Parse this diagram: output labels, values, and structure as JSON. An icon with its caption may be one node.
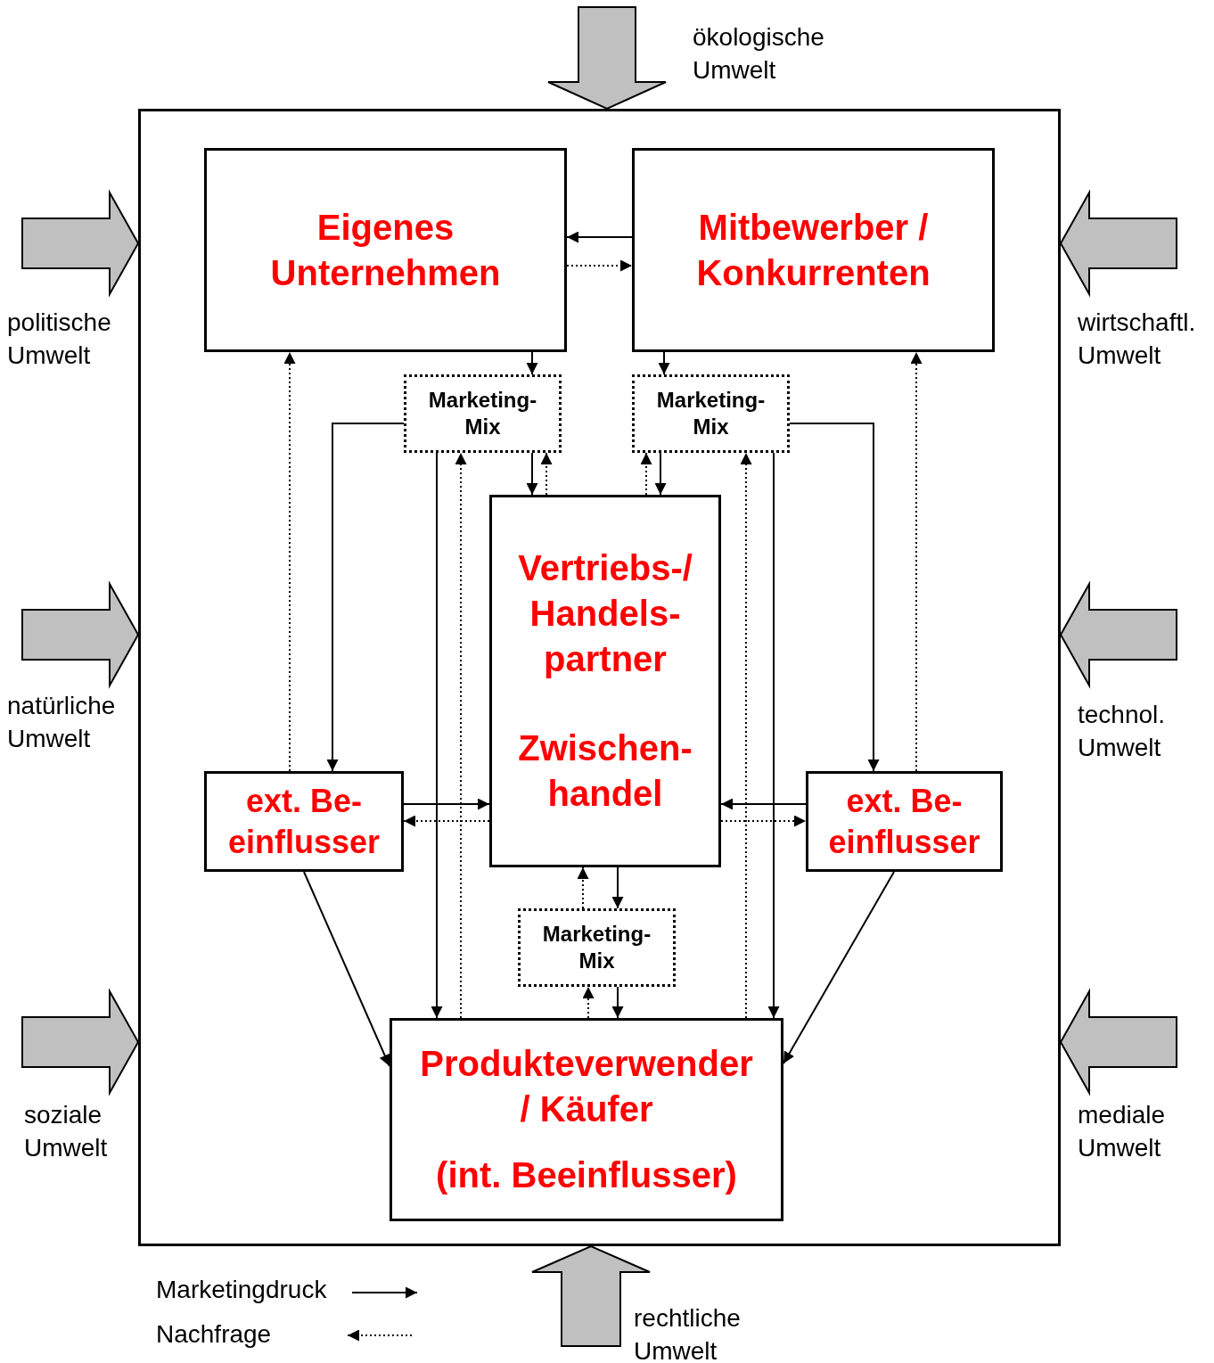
{
  "diagram": {
    "nodes": [
      {
        "text": [],
        "shape": "box"
      },
      {
        "text": [
          "Eigenes Unternehmen"
        ],
        "in": 0
      },
      {
        "text": [
          "Mitbewerber / Konkurrenten"
        ],
        "in": 0
      },
      {
        "text": [
          "Marketing- Mix"
        ],
        "in": 0
      },
      {
        "text": [
          "Marketing- Mix"
        ],
        "in": 0
      },
      {
        "text": [
          "Vertriebs-/ Handels- partner",
          "Zwischen- handel"
        ],
        "in": 0
      },
      {
        "text": [
          "ext. Be- einflusser"
        ],
        "in": 0
      },
      {
        "text": [
          "ext. Be- einflusser"
        ],
        "in": 0
      },
      {
        "text": [
          "Marketing- Mix"
        ],
        "in": 0
      },
      {
        "text": [
          "Produkteverwender / Käufer",
          "(int. Beeinflusser)"
        ],
        "in": 0
      }
    ],
    "edges": [
      {
        "from": 2,
        "to": 1,
        "arrow": "to"
      },
      {
        "from": 1,
        "to": 2,
        "arrow": "to",
        "style": "dashed"
      },
      {
        "from": 1,
        "to": 3,
        "arrow": "to"
      },
      {
        "from": 2,
        "to": 4,
        "arrow": "to"
      },
      {
        "from": 3,
        "to": 5,
        "arrow": "to"
      },
      {
        "from": 5,
        "to": 3,
        "arrow": "to",
        "style": "dashed"
      },
      {
        "from": 4,
        "to": 5,
        "arrow": "to"
      },
      {
        "from": 5,
        "to": 4,
        "arrow": "to",
        "style": "dashed"
      },
      {
        "from": 3,
        "to": 6,
        "arrow": "to"
      },
      {
        "from": 4,
        "to": 7,
        "arrow": "to"
      },
      {
        "from": 3,
        "to": 9,
        "arrow": "to"
      },
      {
        "from": 9,
        "to": 3,
        "arrow": "to",
        "style": "dashed"
      },
      {
        "from": 4,
        "to": 9,
        "arrow": "to"
      },
      {
        "from": 9,
        "to": 4,
        "arrow": "to",
        "style": "dashed"
      },
      {
        "from": 6,
        "to": 1,
        "arrow": "to",
        "style": "dashed"
      },
      {
        "from": 7,
        "to": 2,
        "arrow": "to",
        "style": "dashed"
      },
      {
        "from": 6,
        "to": 5,
        "arrow": "to"
      },
      {
        "from": 5,
        "to": 6,
        "arrow": "to",
        "style": "dashed"
      },
      {
        "from": 7,
        "to": 5,
        "arrow": "to"
      },
      {
        "from": 5,
        "to": 7,
        "arrow": "to",
        "style": "dashed"
      },
      {
        "from": 5,
        "to": 8,
        "arrow": "to"
      },
      {
        "from": 8,
        "to": 5,
        "arrow": "to",
        "style": "dashed"
      },
      {
        "from": 8,
        "to": 9,
        "arrow": "to"
      },
      {
        "from": 9,
        "to": 8,
        "arrow": "to",
        "style": "dashed"
      },
      {
        "from": 6,
        "to": 9,
        "arrow": "to"
      },
      {
        "from": 7,
        "to": 9,
        "arrow": "to"
      },
      {
        "from": null,
        "to": 0,
        "arrow": "to",
        "style": "thick",
        "color": "#c0c0c0"
      },
      {
        "from": null,
        "to": 0,
        "arrow": "to",
        "style": "thick",
        "color": "#c0c0c0"
      },
      {
        "from": null,
        "to": 0,
        "arrow": "to",
        "style": "thick",
        "color": "#c0c0c0"
      },
      {
        "from": null,
        "to": 0,
        "arrow": "to",
        "style": "thick",
        "color": "#c0c0c0"
      },
      {
        "from": null,
        "to": 0,
        "arrow": "to",
        "style": "thick",
        "color": "#c0c0c0"
      },
      {
        "from": null,
        "to": 0,
        "arrow": "to",
        "style": "thick",
        "color": "#c0c0c0"
      },
      {
        "from": null,
        "to": 0,
        "arrow": "to",
        "style": "thick",
        "color": "#c0c0c0"
      },
      {
        "from": null,
        "to": 0,
        "arrow": "to",
        "style": "thick",
        "color": "#c0c0c0"
      }
    ],
    "labels": [
      "ökologische Umwelt",
      "politische Umwelt",
      "wirtschaftl. Umwelt",
      "natürliche Umwelt",
      "technol. Umwelt",
      "soziale Umwelt",
      "mediale Umwelt",
      "rechtliche Umwelt"
    ],
    "legend": [
      {
        "text": "Marketingdruck"
      },
      {
        "text": "Nachfrage"
      }
    ]
  }
}
